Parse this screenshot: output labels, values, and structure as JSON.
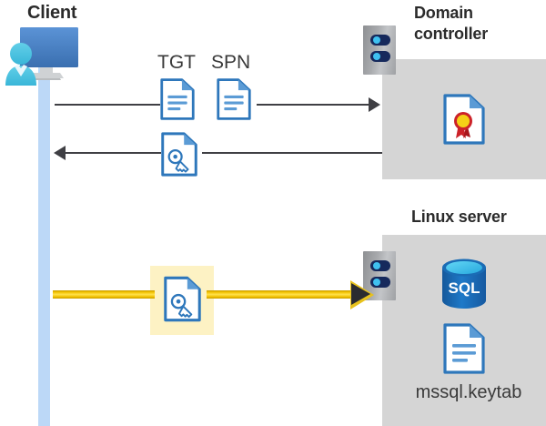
{
  "diagram": {
    "title_client": "Client",
    "title_domain_controller": "Domain\ncontroller",
    "title_domain_controller_line1": "Domain",
    "title_domain_controller_line2": "controller",
    "title_linux_server": "Linux server",
    "keytab_filename": "mssql.keytab",
    "sql_db_label": "SQL",
    "message_labels": {
      "tgt": "TGT",
      "spn": "SPN"
    },
    "icons": {
      "client": "user-with-monitor-icon",
      "tgt_document": "document-icon",
      "spn_document": "document-icon",
      "service_ticket": "document-with-key-icon",
      "kerberos_ticket_highlighted": "document-with-key-icon",
      "certificate": "certificate-document-icon",
      "sql_database": "sql-database-icon",
      "keytab_file": "document-icon",
      "domain_controller_rack": "server-rack-icon",
      "linux_server_rack": "server-rack-icon"
    },
    "flows": [
      {
        "id": "flow-request-tgt-spn",
        "direction": "right",
        "from": "Client",
        "to": "Domain controller",
        "labels": [
          "TGT",
          "SPN"
        ],
        "style": "gray"
      },
      {
        "id": "flow-return-ticket",
        "direction": "left",
        "from": "Domain controller",
        "to": "Client",
        "labels": [],
        "style": "gray"
      },
      {
        "id": "flow-present-ticket",
        "direction": "right",
        "from": "Client",
        "to": "Linux server",
        "labels": [],
        "style": "yellow-highlight"
      }
    ],
    "colors": {
      "lifeline": "#bcd8f7",
      "panel": "#d5d5d5",
      "arrow_gray": "#3f3f44",
      "arrow_yellow": "#f2c200",
      "highlight": "#fdf2c4",
      "doc_blue": "#2e77bb",
      "doc_blue_light": "#5b9bd5",
      "rack_navy": "#16295c",
      "rack_dot": "#3fc1f0",
      "sql_blue": "#1b6cb5",
      "cert_gold": "#f5d017",
      "cert_red": "#cc2229",
      "text": "#2b2b2b"
    }
  }
}
